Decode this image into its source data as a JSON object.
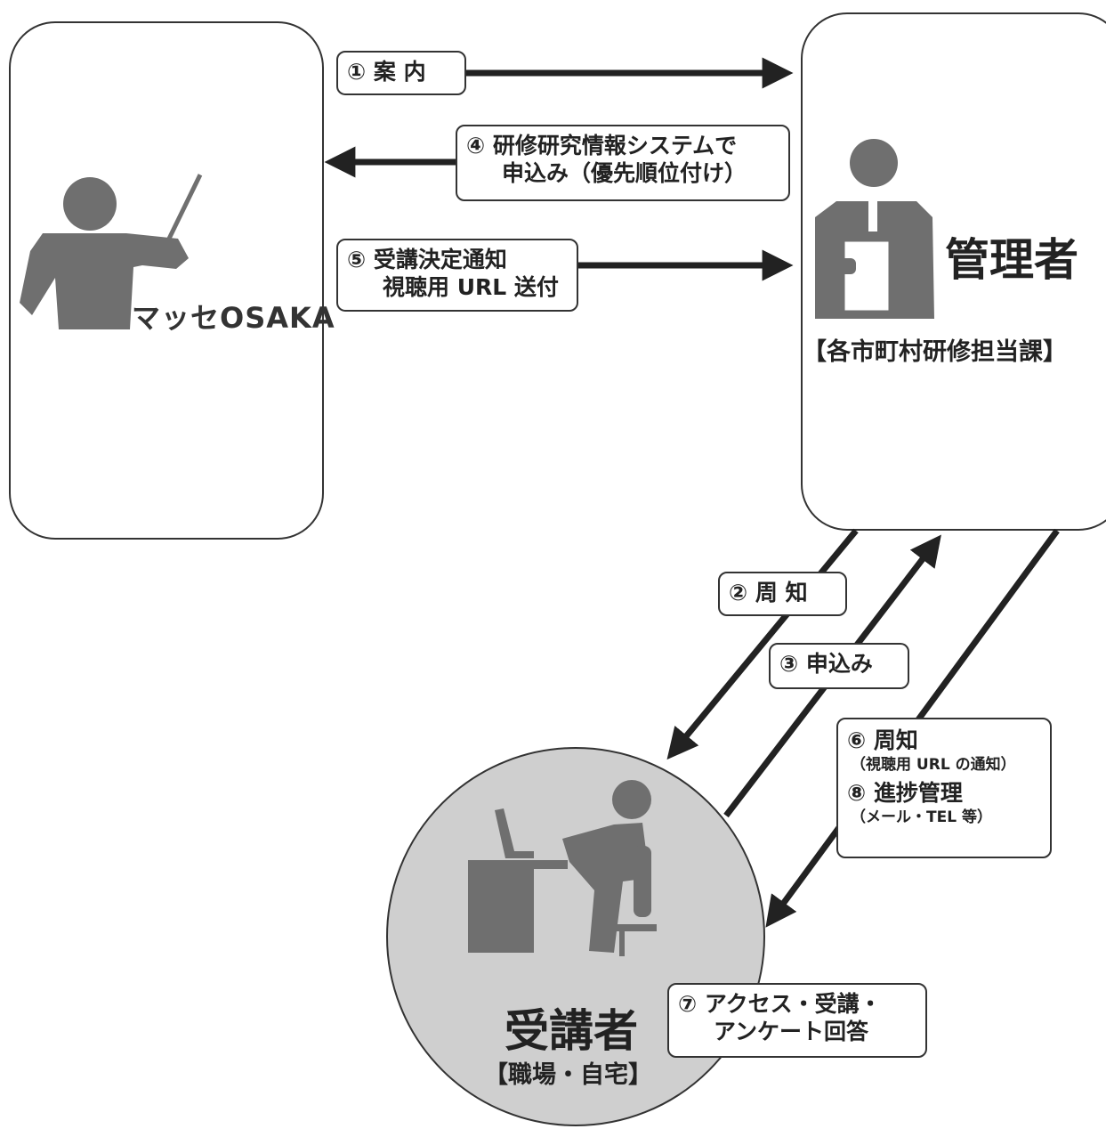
{
  "colors": {
    "stroke": "#333333",
    "figure": "#6f6f6f",
    "circle_fill": "#cfcfcf"
  },
  "left_panel": {
    "logo_text": "マッセOSAKA"
  },
  "right_panel": {
    "title": "管理者",
    "subtitle": "【各市町村研修担当課】"
  },
  "trainee": {
    "title": "受講者",
    "subtitle": "【職場・自宅】"
  },
  "steps": {
    "s1": {
      "num": "①",
      "text": "案 内"
    },
    "s4": {
      "num": "④",
      "line1": "研修研究情報システムで",
      "line2": "申込み（優先順位付け）"
    },
    "s5": {
      "num": "⑤",
      "line1": "受講決定通知",
      "line2": "視聴用 URL 送付"
    },
    "s2": {
      "num": "②",
      "text": "周 知"
    },
    "s3": {
      "num": "③",
      "text": "申込み"
    },
    "s6": {
      "num": "⑥",
      "text": "周知",
      "note": "（視聴用 URL の通知）"
    },
    "s8": {
      "num": "⑧",
      "text": "進捗管理",
      "note": "（メール・TEL 等）"
    },
    "s7": {
      "num": "⑦",
      "line1": "アクセス・受講・",
      "line2": "アンケート回答"
    }
  }
}
